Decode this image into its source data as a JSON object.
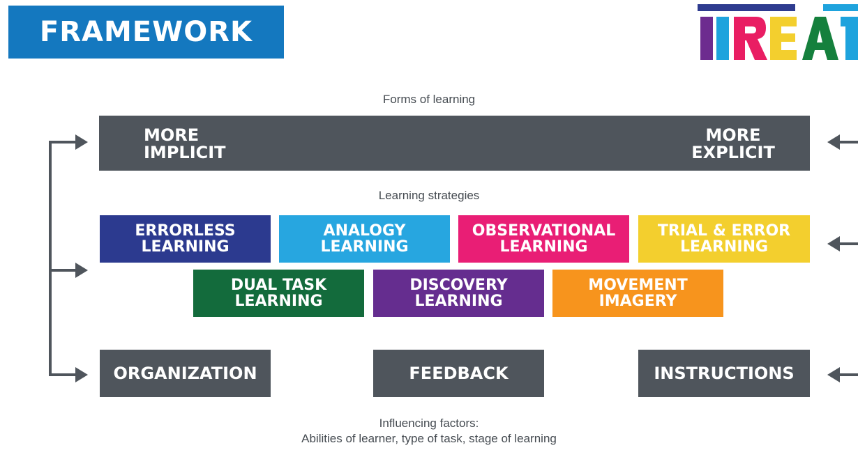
{
  "header": {
    "title": "FRAMEWORK"
  },
  "logo": {
    "letters": [
      "T",
      "R",
      "E",
      "A",
      "T"
    ],
    "colors": [
      "#2e3b8f",
      "#6d2c8f",
      "#1ea3dd",
      "#e91e63",
      "#f3cf2e",
      "#15803d",
      "#1ea3dd"
    ]
  },
  "forms_caption": "Forms of learning",
  "forms": {
    "left_line1": "MORE",
    "left_line2": "IMPLICIT",
    "right_line1": "MORE",
    "right_line2": "EXPLICIT"
  },
  "strategies_caption": "Learning strategies",
  "strategies": [
    {
      "line1": "ERRORLESS",
      "line2": "LEARNING",
      "color": "#2c3a8f"
    },
    {
      "line1": "ANALOGY",
      "line2": "LEARNING",
      "color": "#27a6e0"
    },
    {
      "line1": "OBSERVATIONAL",
      "line2": "LEARNING",
      "color": "#e91e75"
    },
    {
      "line1": "TRIAL & ERROR",
      "line2": "LEARNING",
      "color": "#f3cf2e"
    },
    {
      "line1": "DUAL TASK",
      "line2": "LEARNING",
      "color": "#136b3c"
    },
    {
      "line1": "DISCOVERY",
      "line2": "LEARNING",
      "color": "#652d8f"
    },
    {
      "line1": "MOVEMENT",
      "line2": "IMAGERY",
      "color": "#f7941d"
    }
  ],
  "factors": {
    "organization": "ORGANIZATION",
    "feedback": "FEEDBACK",
    "instructions": "INSTRUCTIONS"
  },
  "influencing": {
    "line1": "Influencing factors:",
    "line2": "Abilities of learner, type of task, stage of learning"
  },
  "colors": {
    "title_bg": "#1478bf",
    "gray": "#4f555c"
  }
}
